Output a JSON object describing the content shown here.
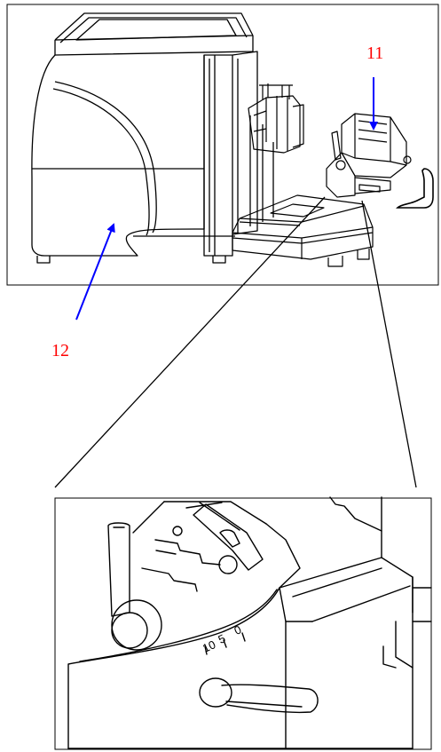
{
  "callouts": [
    {
      "id": "11",
      "label": "11",
      "color": "#ff0000",
      "arrow_color": "#0000ff"
    },
    {
      "id": "12",
      "label": "12",
      "color": "#ff0000",
      "arrow_color": "#0000ff"
    }
  ],
  "scale": {
    "labels": [
      "10",
      "5",
      "0"
    ]
  },
  "colors": {
    "line": "#000000",
    "callout_text": "#ff0000",
    "arrow": "#0000ff"
  }
}
